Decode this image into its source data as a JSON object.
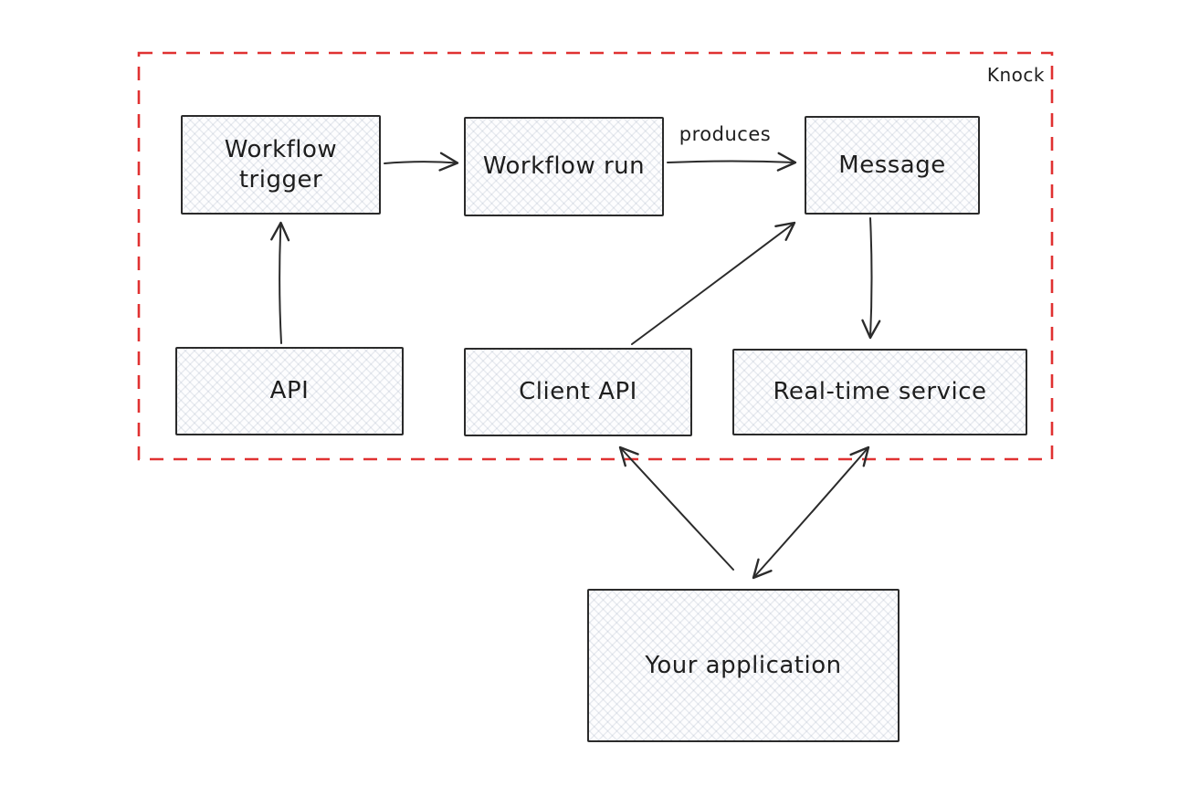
{
  "canvas": {
    "background": "#ffffff"
  },
  "colors": {
    "boundary_dash": "#e03131",
    "stroke": "#2b2b2b",
    "node_fill_base": "#fdfdfe",
    "node_hatch": "rgba(125,142,168,0.16)",
    "text": "#1e1e1e"
  },
  "boundary": {
    "label": "Knock"
  },
  "nodes": {
    "workflow_trigger": {
      "label": "Workflow trigger"
    },
    "workflow_run": {
      "label": "Workflow run"
    },
    "message": {
      "label": "Message"
    },
    "api": {
      "label": "API"
    },
    "client_api": {
      "label": "Client API"
    },
    "real_time_service": {
      "label": "Real-time service"
    },
    "your_application": {
      "label": "Your application"
    }
  },
  "edges": {
    "trigger_to_run": {
      "label": ""
    },
    "run_to_message": {
      "label": "produces"
    },
    "api_to_trigger": {
      "label": ""
    },
    "client_api_to_message": {
      "label": ""
    },
    "message_to_real_time": {
      "label": ""
    },
    "your_app_to_client_api": {
      "label": ""
    },
    "your_app_to_real_time_bidirectional": {
      "label": ""
    }
  }
}
